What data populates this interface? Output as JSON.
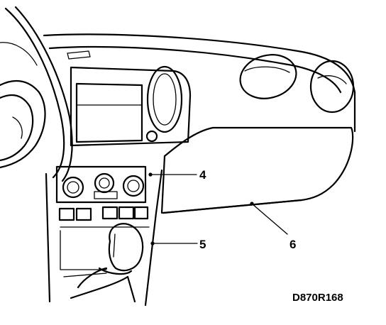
{
  "callouts": [
    {
      "id": "4",
      "label": "4"
    },
    {
      "id": "5",
      "label": "5"
    },
    {
      "id": "6",
      "label": "6"
    }
  ],
  "figure_code": "D870R168"
}
